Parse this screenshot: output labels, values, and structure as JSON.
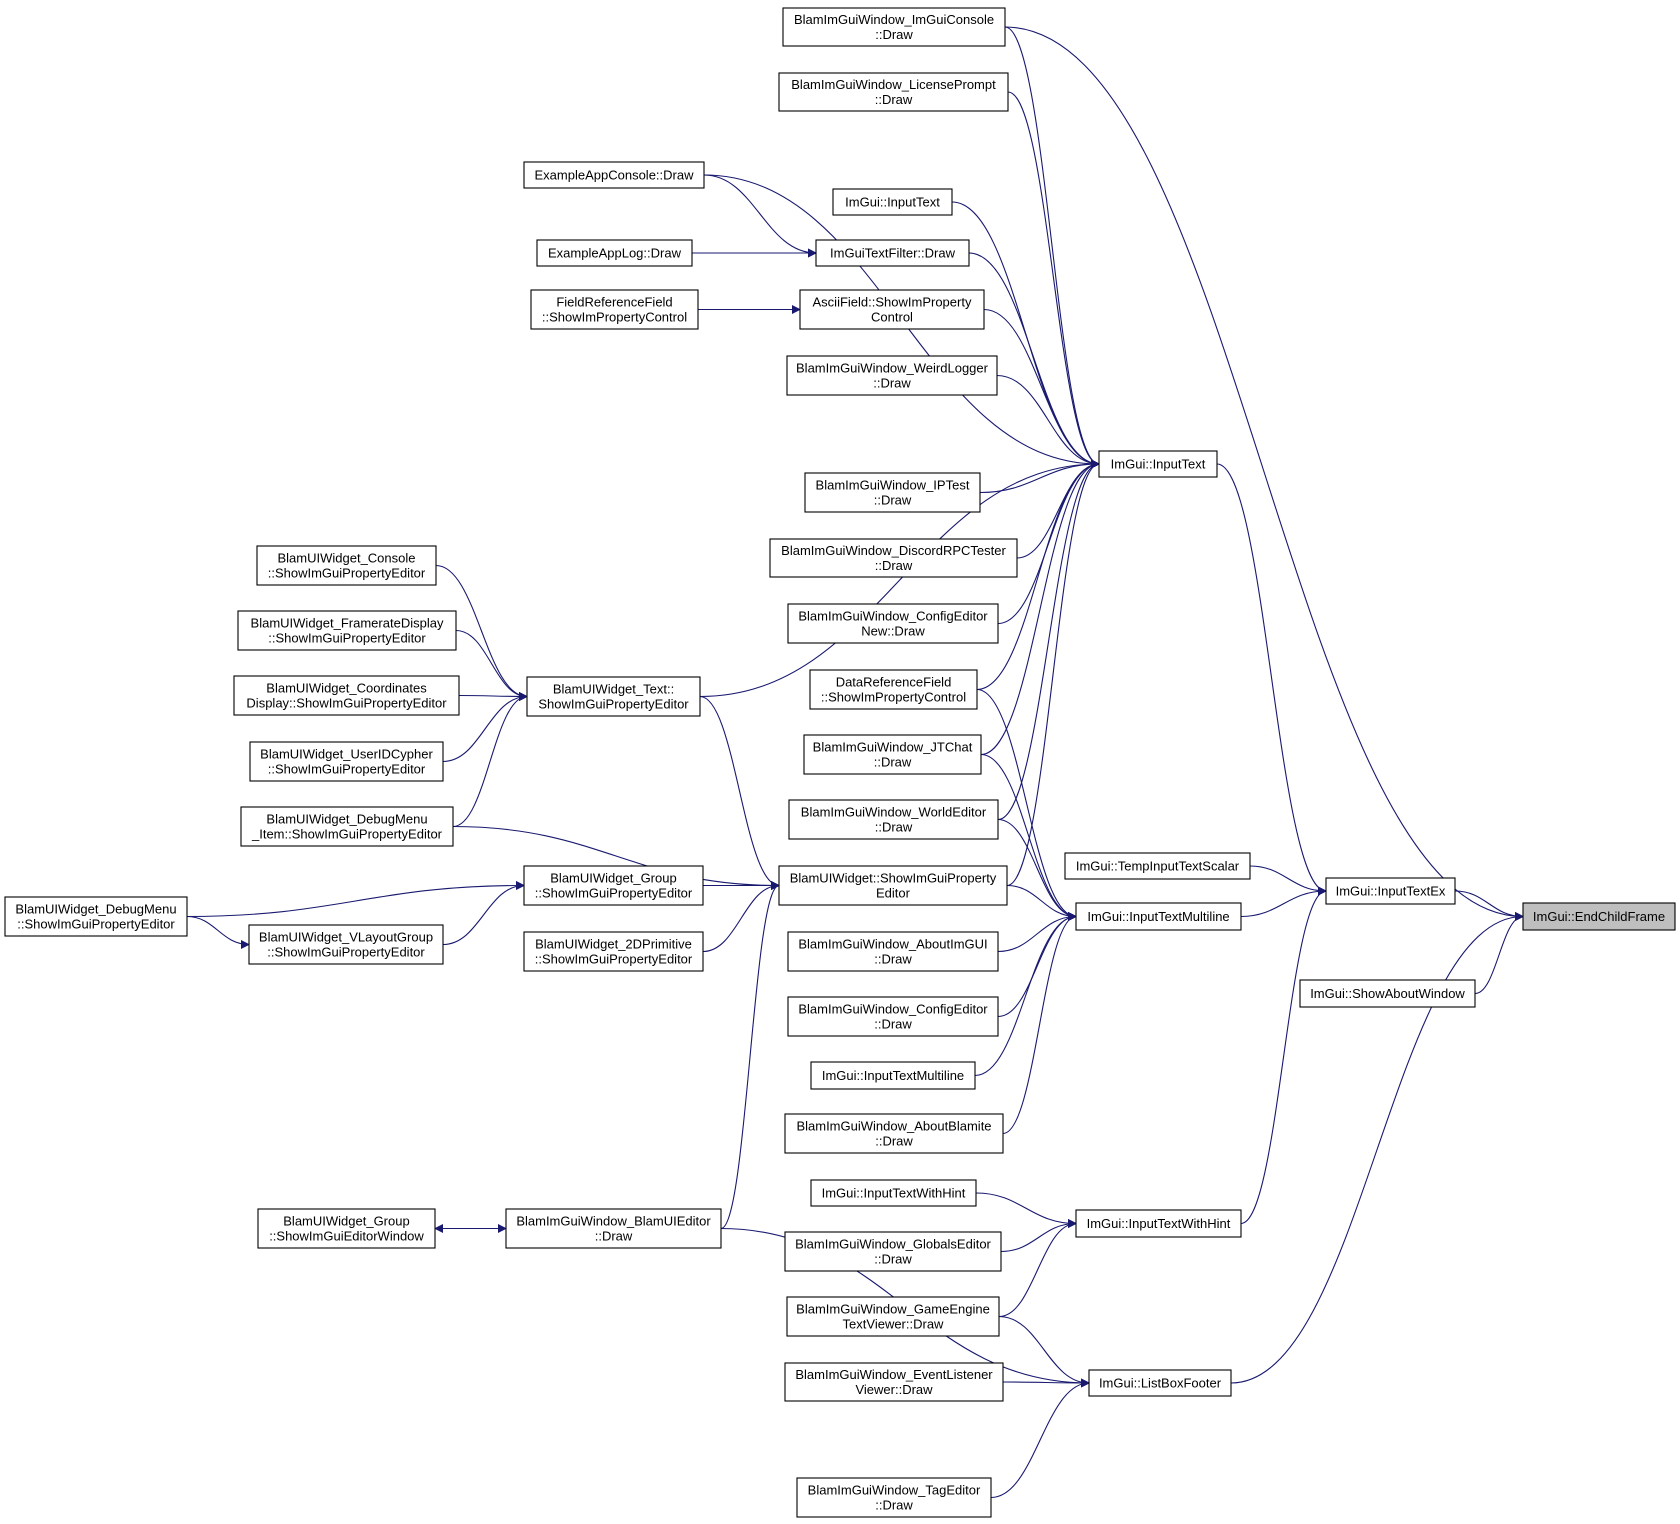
{
  "graph": {
    "title": "",
    "edge_color": "#191970",
    "root_fill": "#bfbfbf",
    "nodes": [
      {
        "id": "root",
        "lines": [
          "ImGui::EndChildFrame"
        ],
        "root": true
      },
      {
        "id": "inputTextEx",
        "lines": [
          "ImGui::InputTextEx"
        ]
      },
      {
        "id": "showAbout",
        "lines": [
          "ImGui::ShowAboutWindow"
        ]
      },
      {
        "id": "inputText",
        "lines": [
          "ImGui::InputText"
        ]
      },
      {
        "id": "tempScalar",
        "lines": [
          "ImGui::TempInputTextScalar"
        ]
      },
      {
        "id": "multiline",
        "lines": [
          "ImGui::InputTextMultiline"
        ]
      },
      {
        "id": "withHint",
        "lines": [
          "ImGui::InputTextWithHint"
        ]
      },
      {
        "id": "listBoxFooter",
        "lines": [
          "ImGui::ListBoxFooter"
        ]
      },
      {
        "id": "consoleWin",
        "lines": [
          "BlamImGuiWindow_ImGuiConsole",
          "::Draw"
        ]
      },
      {
        "id": "license",
        "lines": [
          "BlamImGuiWindow_LicensePrompt",
          "::Draw"
        ]
      },
      {
        "id": "inputText2",
        "lines": [
          "ImGui::InputText"
        ]
      },
      {
        "id": "textFilter",
        "lines": [
          "ImGuiTextFilter::Draw"
        ]
      },
      {
        "id": "asciiField",
        "lines": [
          "AsciiField::ShowImProperty",
          "Control"
        ]
      },
      {
        "id": "weirdLogger",
        "lines": [
          "BlamImGuiWindow_WeirdLogger",
          "::Draw"
        ]
      },
      {
        "id": "ipTest",
        "lines": [
          "BlamImGuiWindow_IPTest",
          "::Draw"
        ]
      },
      {
        "id": "discord",
        "lines": [
          "BlamImGuiWindow_DiscordRPCTester",
          "::Draw"
        ]
      },
      {
        "id": "configNew",
        "lines": [
          "BlamImGuiWindow_ConfigEditor",
          "New::Draw"
        ]
      },
      {
        "id": "dataRef",
        "lines": [
          "DataReferenceField",
          "::ShowImPropertyControl"
        ]
      },
      {
        "id": "jtChat",
        "lines": [
          "BlamImGuiWindow_JTChat",
          "::Draw"
        ]
      },
      {
        "id": "worldEditor",
        "lines": [
          "BlamImGuiWindow_WorldEditor",
          "::Draw"
        ]
      },
      {
        "id": "widgetEditor",
        "lines": [
          "BlamUIWidget::ShowImGuiProperty",
          "Editor"
        ]
      },
      {
        "id": "aboutImgui",
        "lines": [
          "BlamImGuiWindow_AboutImGUI",
          "::Draw"
        ]
      },
      {
        "id": "configEditor",
        "lines": [
          "BlamImGuiWindow_ConfigEditor",
          "::Draw"
        ]
      },
      {
        "id": "multiline2",
        "lines": [
          "ImGui::InputTextMultiline"
        ]
      },
      {
        "id": "aboutBlamite",
        "lines": [
          "BlamImGuiWindow_AboutBlamite",
          "::Draw"
        ]
      },
      {
        "id": "withHint2",
        "lines": [
          "ImGui::InputTextWithHint"
        ]
      },
      {
        "id": "globals",
        "lines": [
          "BlamImGuiWindow_GlobalsEditor",
          "::Draw"
        ]
      },
      {
        "id": "gameEngine",
        "lines": [
          "BlamImGuiWindow_GameEngine",
          "TextViewer::Draw"
        ]
      },
      {
        "id": "eventListener",
        "lines": [
          "BlamImGuiWindow_EventListener",
          "Viewer::Draw"
        ]
      },
      {
        "id": "tagEditor",
        "lines": [
          "BlamImGuiWindow_TagEditor",
          "::Draw"
        ]
      },
      {
        "id": "appConsole",
        "lines": [
          "ExampleAppConsole::Draw"
        ]
      },
      {
        "id": "appLog",
        "lines": [
          "ExampleAppLog::Draw"
        ]
      },
      {
        "id": "fieldRef",
        "lines": [
          "FieldReferenceField",
          "::ShowImPropertyControl"
        ]
      },
      {
        "id": "widgetText",
        "lines": [
          "BlamUIWidget_Text::",
          "ShowImGuiPropertyEditor"
        ]
      },
      {
        "id": "widgetGroup",
        "lines": [
          "BlamUIWidget_Group",
          "::ShowImGuiPropertyEditor"
        ]
      },
      {
        "id": "widget2D",
        "lines": [
          "BlamUIWidget_2DPrimitive",
          "::ShowImGuiPropertyEditor"
        ]
      },
      {
        "id": "uiEditor",
        "lines": [
          "BlamImGuiWindow_BlamUIEditor",
          "::Draw"
        ]
      },
      {
        "id": "wConsole",
        "lines": [
          "BlamUIWidget_Console",
          "::ShowImGuiPropertyEditor"
        ]
      },
      {
        "id": "wFramerate",
        "lines": [
          "BlamUIWidget_FramerateDisplay",
          "::ShowImGuiPropertyEditor"
        ]
      },
      {
        "id": "wCoords",
        "lines": [
          "BlamUIWidget_Coordinates",
          "Display::ShowImGuiPropertyEditor"
        ]
      },
      {
        "id": "wUserId",
        "lines": [
          "BlamUIWidget_UserIDCypher",
          "::ShowImGuiPropertyEditor"
        ]
      },
      {
        "id": "wDebugItem",
        "lines": [
          "BlamUIWidget_DebugMenu",
          "_Item::ShowImGuiPropertyEditor"
        ]
      },
      {
        "id": "wVLayout",
        "lines": [
          "BlamUIWidget_VLayoutGroup",
          "::ShowImGuiPropertyEditor"
        ]
      },
      {
        "id": "wGroupWindow",
        "lines": [
          "BlamUIWidget_Group",
          "::ShowImGuiEditorWindow"
        ]
      },
      {
        "id": "wDebugMenu",
        "lines": [
          "BlamUIWidget_DebugMenu",
          "::ShowImGuiPropertyEditor"
        ]
      }
    ],
    "edges": [
      [
        "inputTextEx",
        "root"
      ],
      [
        "showAbout",
        "root"
      ],
      [
        "consoleWin",
        "root"
      ],
      [
        "listBoxFooter",
        "root"
      ],
      [
        "inputText",
        "inputTextEx"
      ],
      [
        "tempScalar",
        "inputTextEx"
      ],
      [
        "multiline",
        "inputTextEx"
      ],
      [
        "withHint",
        "inputTextEx"
      ],
      [
        "consoleWin",
        "inputText"
      ],
      [
        "license",
        "inputText"
      ],
      [
        "appConsole",
        "inputText"
      ],
      [
        "inputText2",
        "inputText"
      ],
      [
        "textFilter",
        "inputText"
      ],
      [
        "asciiField",
        "inputText"
      ],
      [
        "weirdLogger",
        "inputText"
      ],
      [
        "widgetText",
        "inputText"
      ],
      [
        "ipTest",
        "inputText"
      ],
      [
        "discord",
        "inputText"
      ],
      [
        "configNew",
        "inputText"
      ],
      [
        "dataRef",
        "inputText"
      ],
      [
        "jtChat",
        "inputText"
      ],
      [
        "worldEditor",
        "inputText"
      ],
      [
        "widgetEditor",
        "inputText"
      ],
      [
        "dataRef",
        "multiline"
      ],
      [
        "jtChat",
        "multiline"
      ],
      [
        "worldEditor",
        "multiline"
      ],
      [
        "widgetEditor",
        "multiline"
      ],
      [
        "aboutImgui",
        "multiline"
      ],
      [
        "configEditor",
        "multiline"
      ],
      [
        "multiline2",
        "multiline"
      ],
      [
        "aboutBlamite",
        "multiline"
      ],
      [
        "withHint2",
        "withHint"
      ],
      [
        "globals",
        "withHint"
      ],
      [
        "gameEngine",
        "withHint"
      ],
      [
        "gameEngine",
        "listBoxFooter"
      ],
      [
        "eventListener",
        "listBoxFooter"
      ],
      [
        "uiEditor",
        "listBoxFooter"
      ],
      [
        "tagEditor",
        "listBoxFooter"
      ],
      [
        "appConsole",
        "textFilter"
      ],
      [
        "appLog",
        "textFilter"
      ],
      [
        "fieldRef",
        "asciiField"
      ],
      [
        "widgetText",
        "widgetEditor"
      ],
      [
        "wDebugItem",
        "widgetEditor"
      ],
      [
        "widgetGroup",
        "widgetEditor"
      ],
      [
        "widget2D",
        "widgetEditor"
      ],
      [
        "uiEditor",
        "widgetEditor"
      ],
      [
        "wConsole",
        "widgetText"
      ],
      [
        "wFramerate",
        "widgetText"
      ],
      [
        "wCoords",
        "widgetText"
      ],
      [
        "wUserId",
        "widgetText"
      ],
      [
        "wDebugItem",
        "widgetText"
      ],
      [
        "wDebugMenu",
        "widgetGroup"
      ],
      [
        "wVLayout",
        "widgetGroup"
      ],
      [
        "wDebugMenu",
        "wVLayout"
      ],
      [
        "uiEditor",
        "wGroupWindow"
      ],
      [
        "wGroupWindow",
        "uiEditor"
      ]
    ]
  }
}
